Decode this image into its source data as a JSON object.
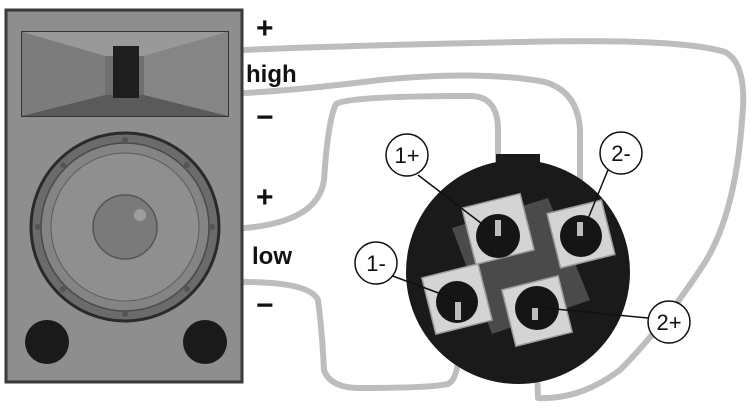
{
  "labels": {
    "high_plus": "+",
    "high": "high",
    "high_minus": "−",
    "low_plus": "+",
    "low": "low",
    "low_minus": "−"
  },
  "pins": {
    "p1_plus": "1+",
    "p2_minus": "2-",
    "p1_minus": "1-",
    "p2_plus": "2+"
  },
  "colors": {
    "speaker_body": "#8e8e8e",
    "speaker_dark": "#2a2a2a",
    "wire": "#c2c2c2",
    "connector_body": "#1a1a1a",
    "contact": "#cfcfcf"
  }
}
